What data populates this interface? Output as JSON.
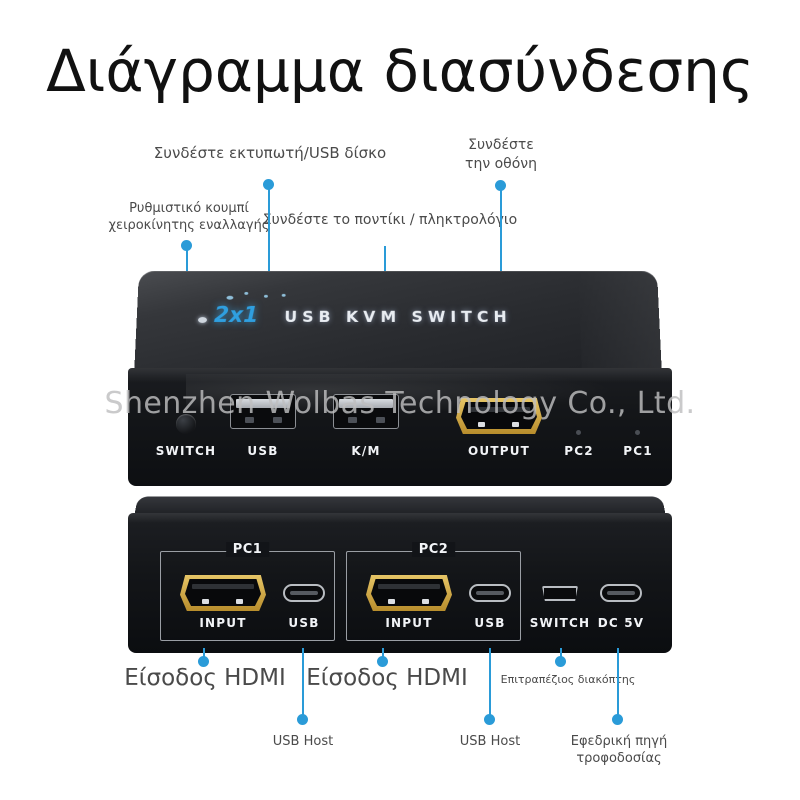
{
  "page": {
    "title": "Διάγραμμα διασύνδεσης",
    "watermark": "Shenzhen Wolbas Technology Co., Ltd.",
    "background_color": "#ffffff",
    "accent_color": "#2a9bd8"
  },
  "callouts": {
    "printer_usb": "Συνδέστε εκτυπωτή/USB δίσκο",
    "monitor": "Συνδέστε\nτην οθόνη",
    "manual_switch_button": "Ρυθμιστικό κουμπί\nχειροκίνητης εναλλαγής",
    "mouse_keyboard": "Συνδέστε το ποντίκι / πληκτρολόγιο",
    "hdmi_input_1": "Είσοδος HDMI",
    "hdmi_input_2": "Είσοδος HDMI",
    "usb_host_1": "USB Host",
    "usb_host_2": "USB Host",
    "desktop_switch": "Επιτραπέζιος διακόπτης",
    "backup_power": "Εφεδρική πηγή τροφοδοσίας"
  },
  "device_top": {
    "model": "2x1",
    "brand_text": "USB  KVM  SWITCH",
    "model_color": "#2f9fe0",
    "front_ports": [
      {
        "label": "SWITCH",
        "type": "button"
      },
      {
        "label": "USB",
        "type": "usb-a"
      },
      {
        "label": "K/M",
        "type": "usb-a"
      },
      {
        "label": "OUTPUT",
        "type": "hdmi"
      },
      {
        "label": "PC2",
        "type": "led"
      },
      {
        "label": "PC1",
        "type": "led"
      }
    ]
  },
  "device_rear": {
    "groups": [
      {
        "name": "PC1",
        "ports": [
          {
            "label": "INPUT",
            "type": "hdmi"
          },
          {
            "label": "USB",
            "type": "usb-c"
          }
        ]
      },
      {
        "name": "PC2",
        "ports": [
          {
            "label": "INPUT",
            "type": "hdmi"
          },
          {
            "label": "USB",
            "type": "usb-c"
          }
        ]
      }
    ],
    "extra_ports": [
      {
        "label": "SWITCH",
        "type": "micro-usb"
      },
      {
        "label": "DC 5V",
        "type": "usb-c"
      }
    ]
  }
}
